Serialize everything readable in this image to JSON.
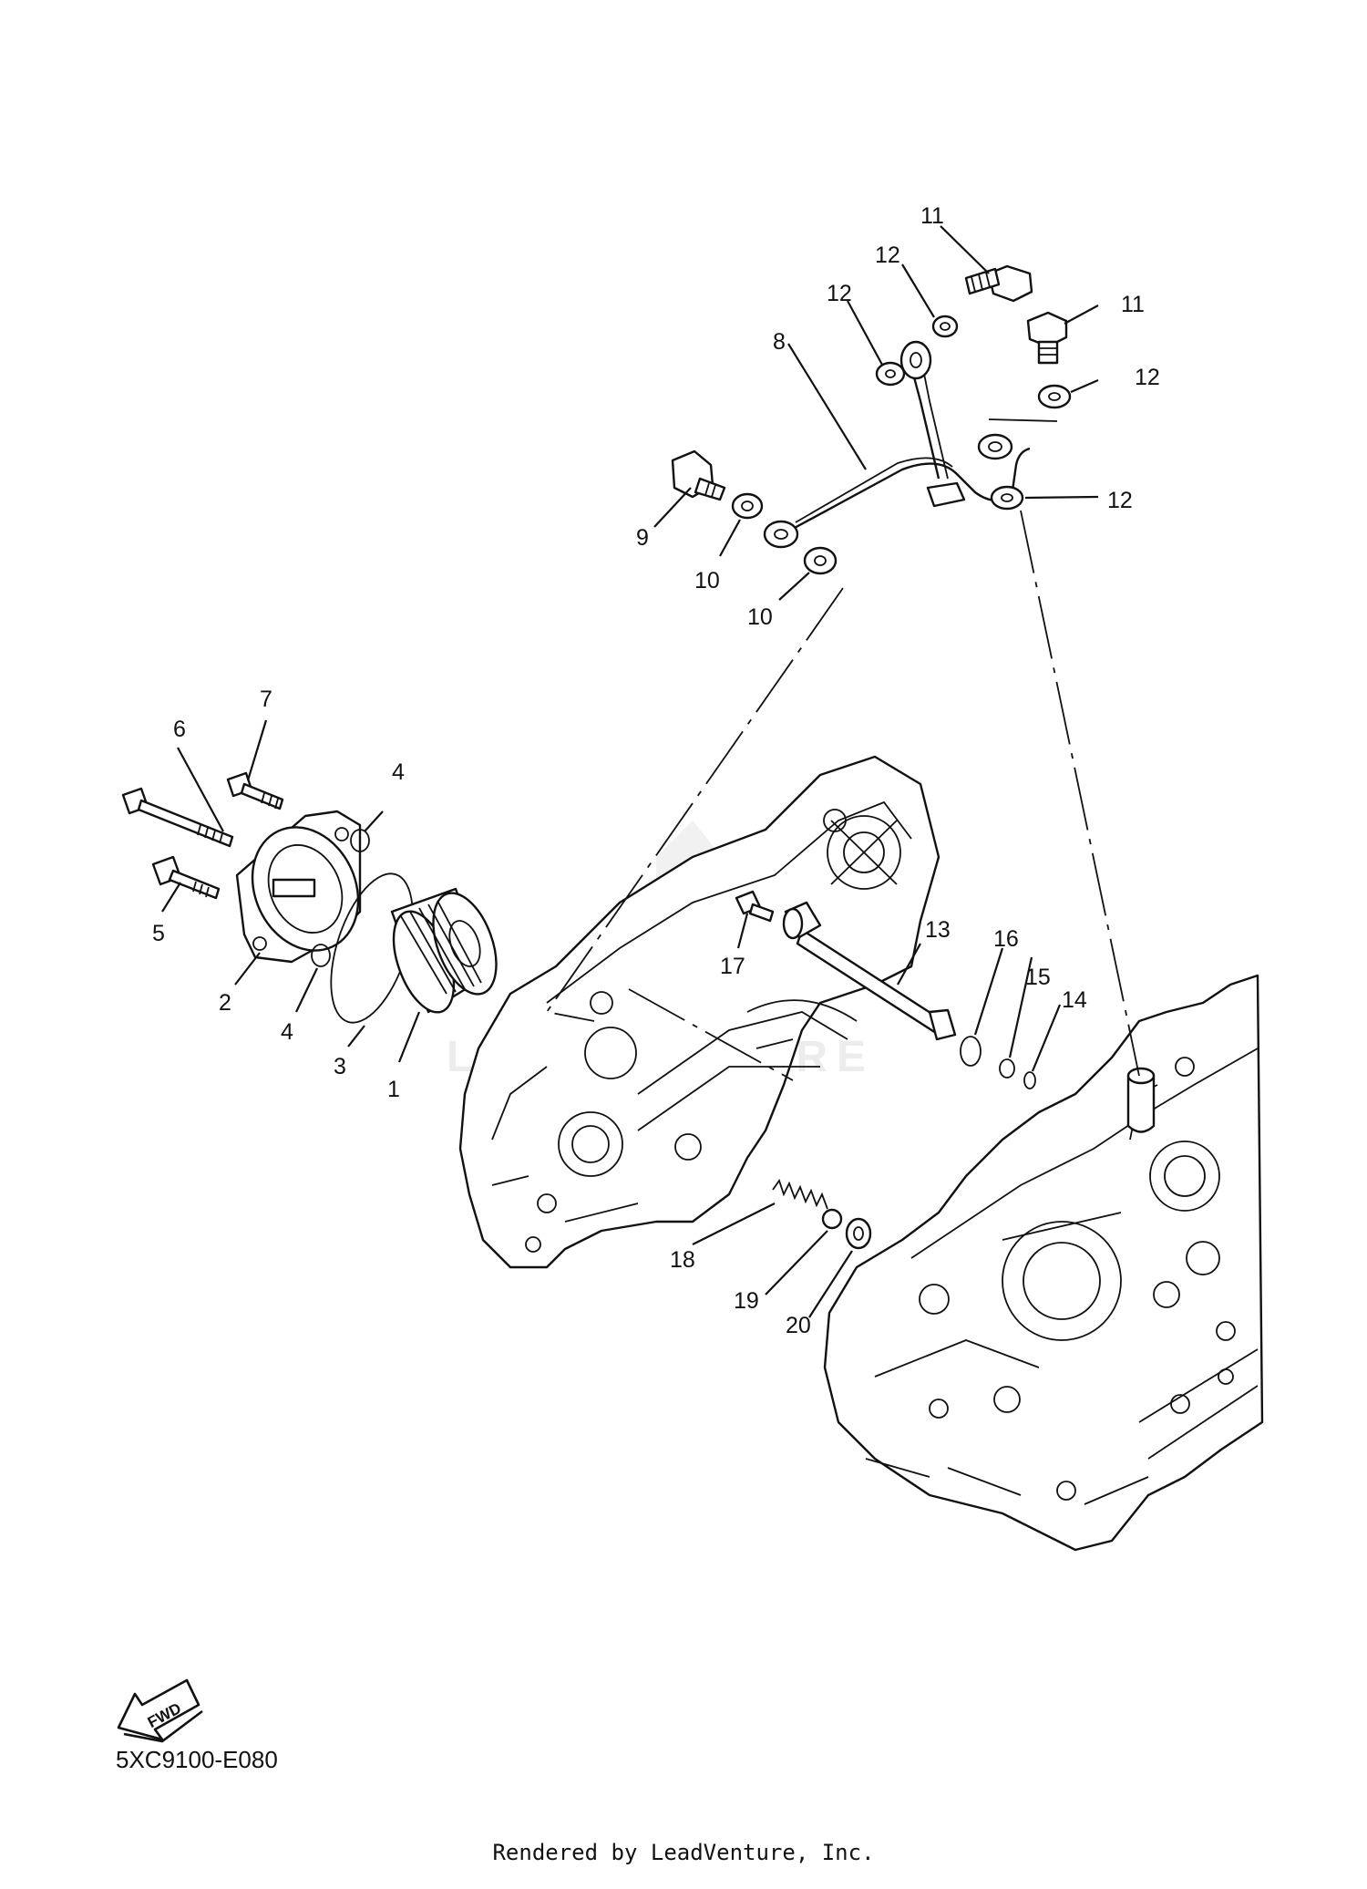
{
  "diagram_code": "5XC9100-E080",
  "footer": "Rendered by LeadVenture, Inc.",
  "watermark": "LEADVENTURE",
  "fwd_label": "FWD",
  "callouts": [
    "1",
    "2",
    "3",
    "4",
    "4",
    "5",
    "6",
    "7",
    "8",
    "9",
    "10",
    "10",
    "11",
    "11",
    "12",
    "12",
    "12",
    "12",
    "13",
    "14",
    "15",
    "16",
    "17",
    "18",
    "19",
    "20"
  ]
}
